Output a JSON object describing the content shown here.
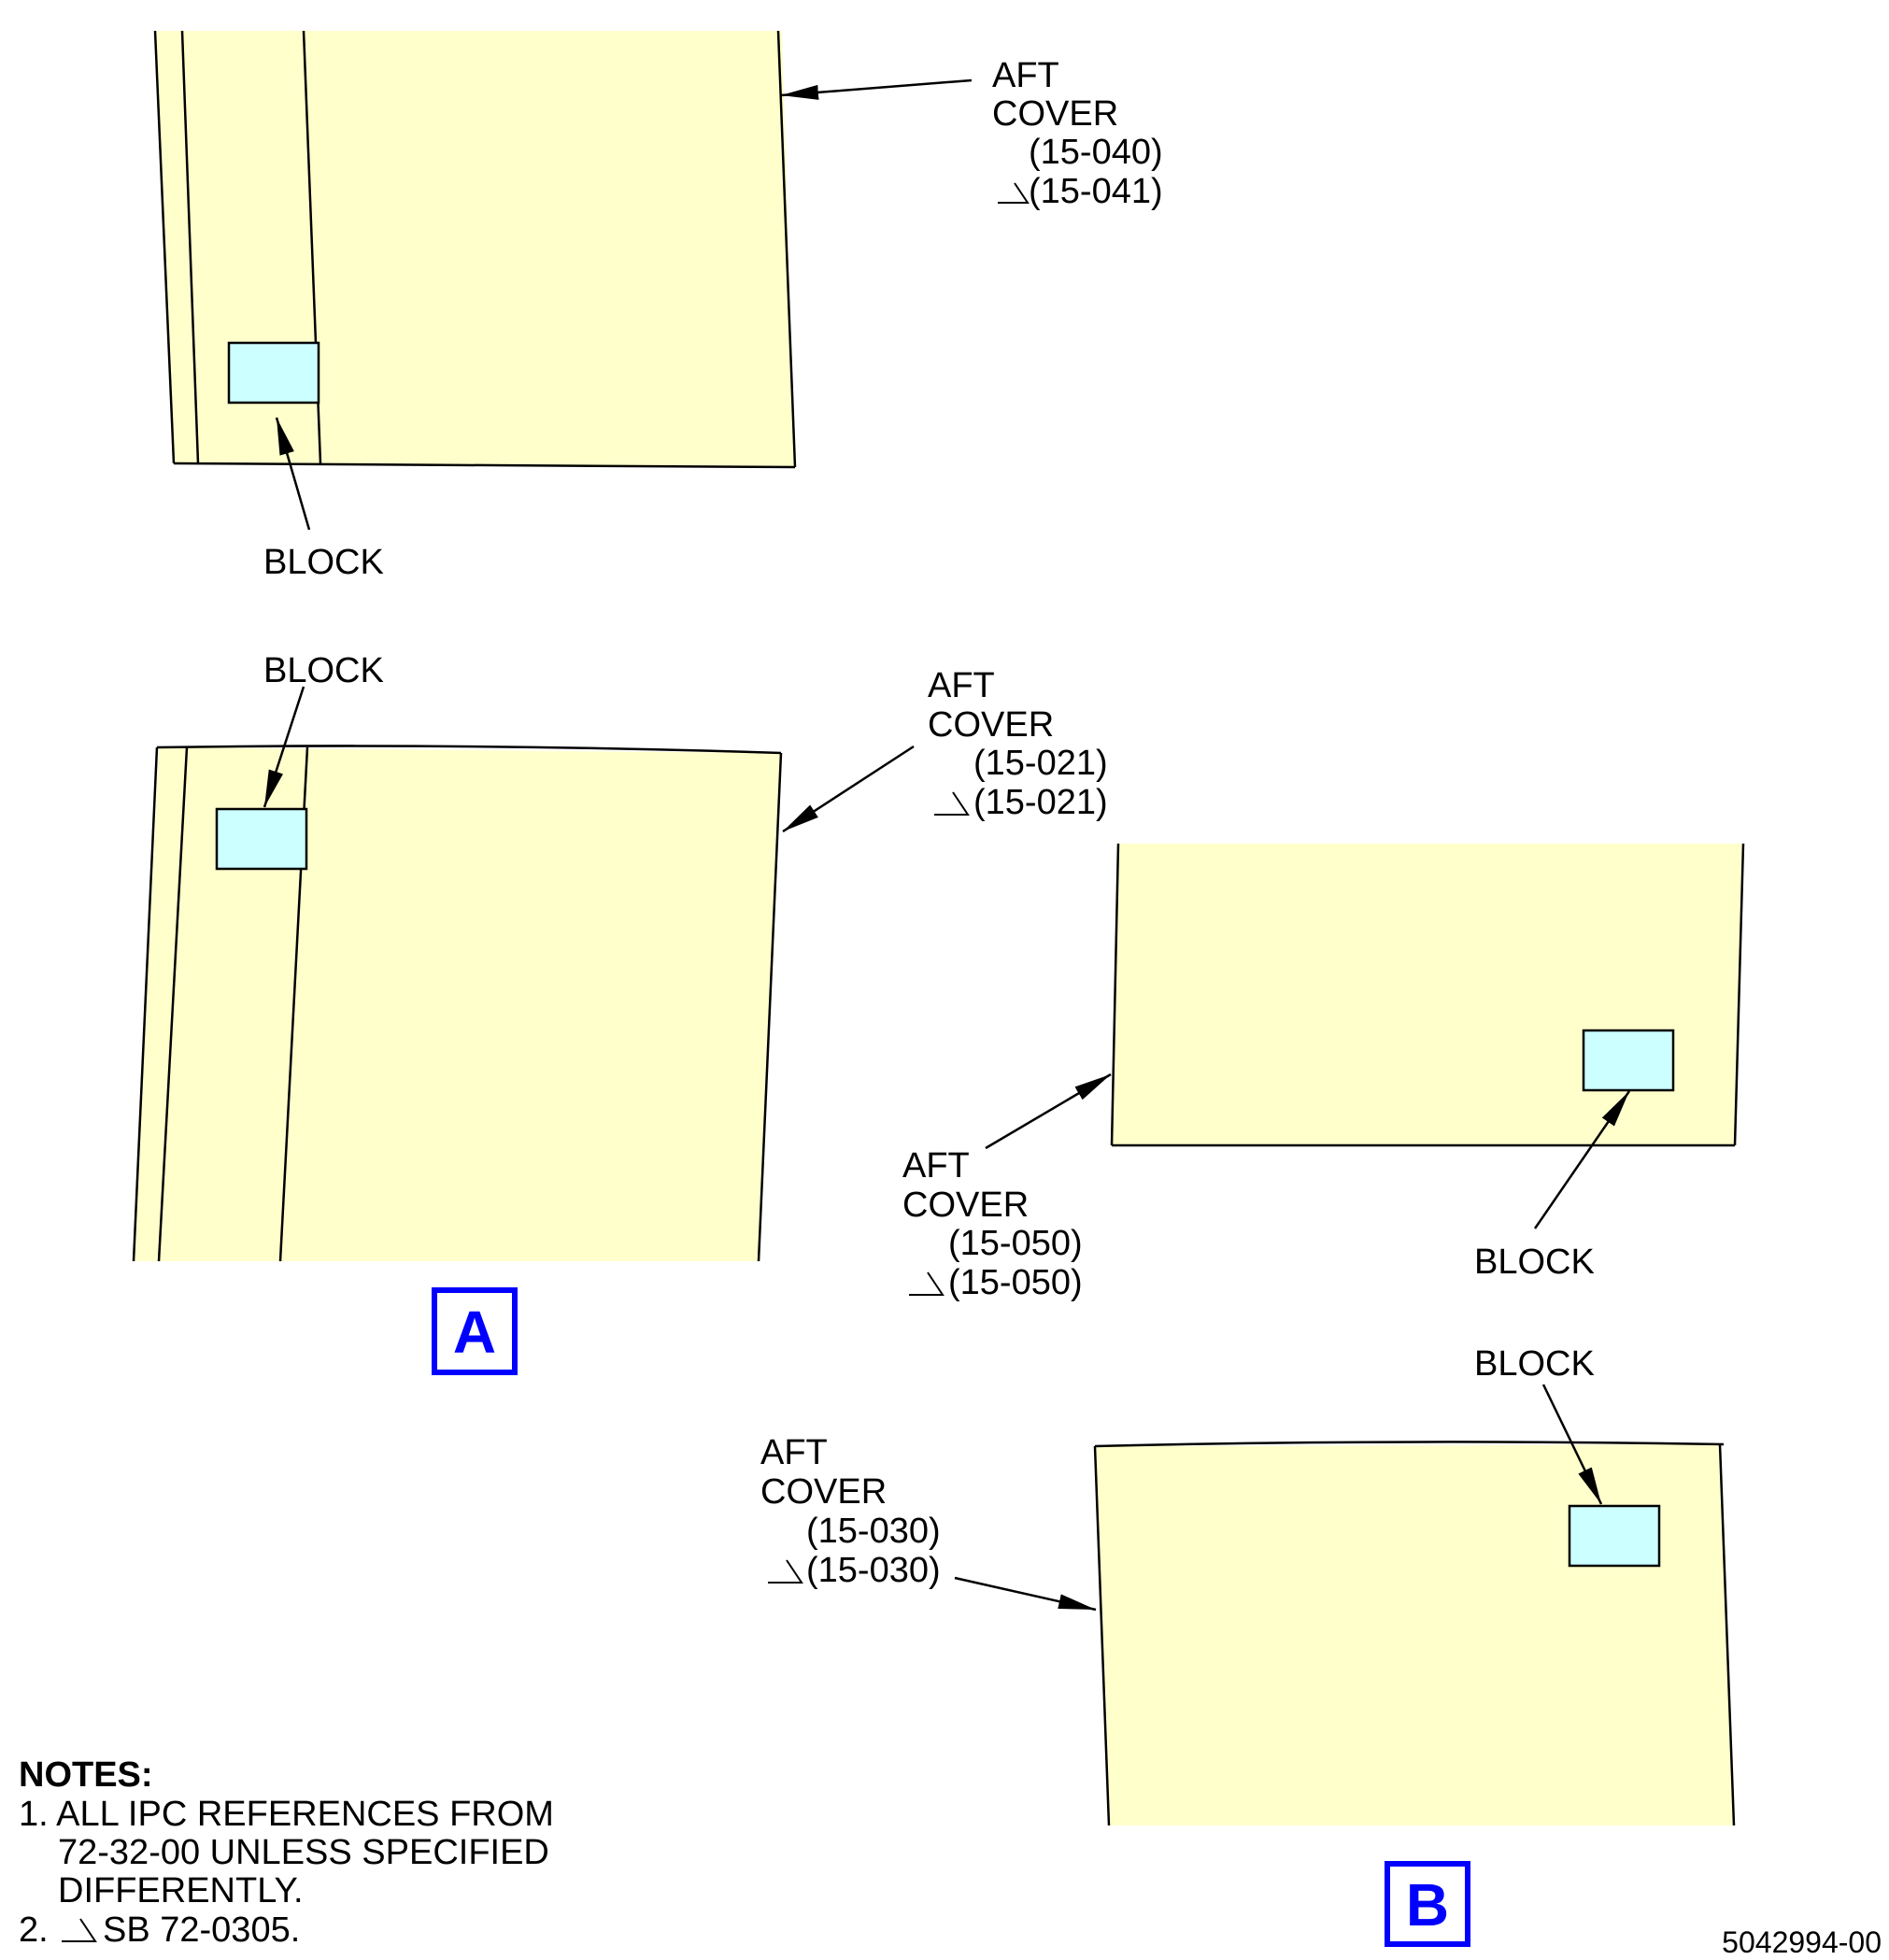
{
  "callouts": {
    "top": {
      "label1": "AFT",
      "label2": "COVER",
      "ref1": "(15-040)",
      "ref2": "(15-041)",
      "block": "BLOCK"
    },
    "a": {
      "label1": "AFT",
      "label2": "COVER",
      "ref1": "(15-021)",
      "ref2": "(15-021)",
      "block": "BLOCK"
    },
    "mid_right": {
      "label1": "AFT",
      "label2": "COVER",
      "ref1": "(15-050)",
      "ref2": "(15-050)",
      "block": "BLOCK"
    },
    "b": {
      "label1": "AFT",
      "label2": "COVER",
      "ref1": "(15-030)",
      "ref2": "(15-030)",
      "block": "BLOCK"
    }
  },
  "views": {
    "a": "A",
    "b": "B"
  },
  "notes": {
    "title": "NOTES:",
    "n1_line1": "1. ALL IPC REFERENCES FROM",
    "n1_line2": "72-32-00 UNLESS SPECIFIED",
    "n1_line3": "DIFFERENTLY.",
    "n2_num": "2.",
    "n2_text": "SB 72-0305."
  },
  "figure_number": "5042994-00",
  "colors": {
    "panel_fill": "#ffffcc",
    "block_fill": "#ccffff",
    "view_label": "#0000ff"
  }
}
